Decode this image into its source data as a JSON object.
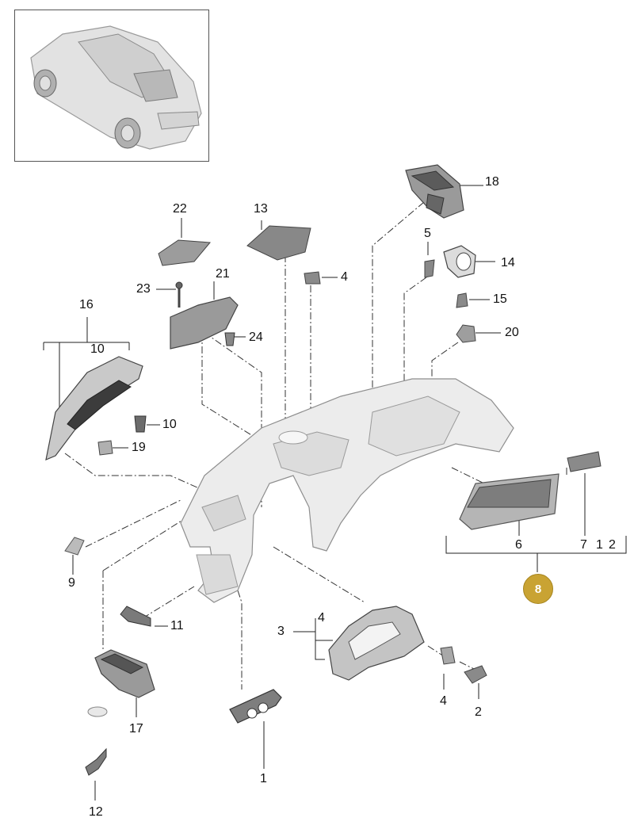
{
  "diagram": {
    "labels": {
      "l1": "1",
      "l2": "2",
      "l3": "3",
      "l4a": "4",
      "l4b": "4",
      "l4c": "4",
      "l5": "5",
      "l6": "6",
      "l7": "7",
      "l1b": "1",
      "l2b": "2",
      "l9": "9",
      "l10a": "10",
      "l10b": "10",
      "l11": "11",
      "l12": "12",
      "l13": "13",
      "l14": "14",
      "l15": "15",
      "l16": "16",
      "l17": "17",
      "l18": "18",
      "l19": "19",
      "l20": "20",
      "l21": "21",
      "l22": "22",
      "l23": "23",
      "l24": "24"
    },
    "highlight": {
      "label": "8",
      "color": "#c9a333"
    },
    "colors": {
      "part_fill": "#e8e8e8",
      "part_dark": "#8c8c8c",
      "line": "#333333"
    }
  }
}
